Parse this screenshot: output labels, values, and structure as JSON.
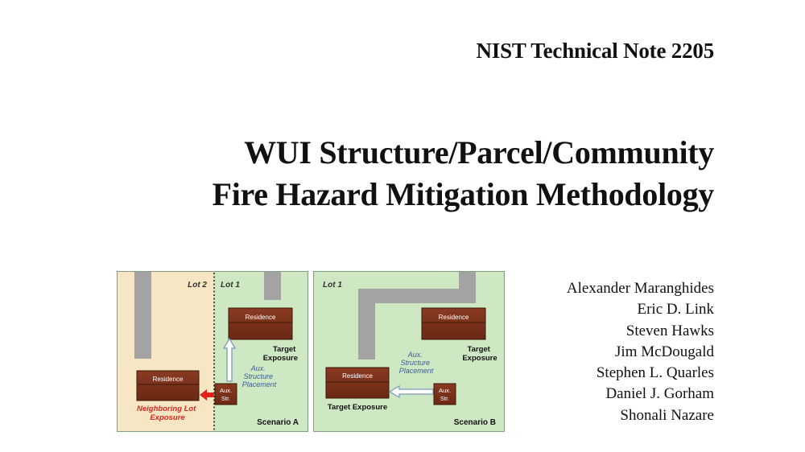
{
  "document": {
    "series": "NIST Technical Note 2205",
    "title_lines": [
      "WUI Structure/Parcel/Community",
      "Fire Hazard Mitigation Methodology"
    ],
    "authors": [
      "Alexander Maranghides",
      "Eric D. Link",
      "Steven Hawks",
      "Jim McDougald",
      "Stephen L. Quarles",
      "Daniel J. Gorham",
      "Shonali Nazare"
    ]
  },
  "figure": {
    "scenario_a": {
      "lot_left": "Lot 2",
      "lot_right": "Lot 1",
      "residence_target": "Residence",
      "residence_neighbor": "Residence",
      "target_exposure": [
        "Target",
        "Exposure"
      ],
      "aux_placement": [
        "Aux.",
        "Structure",
        "Placement"
      ],
      "aux_box": [
        "Aux.",
        "Str."
      ],
      "neighbor_exposure": [
        "Neighboring Lot",
        "Exposure"
      ],
      "caption": "Scenario A"
    },
    "scenario_b": {
      "lot": "Lot 1",
      "residence_target": "Residence",
      "residence_other": "Residence",
      "target_exposure_right": [
        "Target",
        "Exposure"
      ],
      "aux_placement": [
        "Aux.",
        "Structure",
        "Placement"
      ],
      "aux_box": [
        "Aux.",
        "Str."
      ],
      "target_exposure_bottom": "Target Exposure",
      "caption": "Scenario B"
    }
  }
}
